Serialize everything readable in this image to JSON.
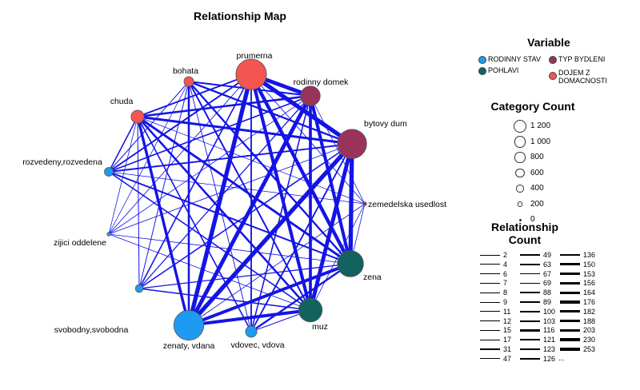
{
  "title": "Relationship Map",
  "variable_legend": {
    "title": "Variable",
    "items": [
      {
        "label": "RODINNY STAV",
        "color": "#1e9bf0"
      },
      {
        "label": "TYP BYDLENI",
        "color": "#99335a"
      },
      {
        "label": "POHLAVI",
        "color": "#126360"
      },
      {
        "label": "DOJEM Z DOMACNOSTI",
        "color": "#f25552"
      }
    ]
  },
  "category_count_legend": {
    "title": "Category Count",
    "items": [
      {
        "label": "1 200",
        "value": 1200
      },
      {
        "label": "1 000",
        "value": 1000
      },
      {
        "label": "800",
        "value": 800
      },
      {
        "label": "600",
        "value": 600
      },
      {
        "label": "400",
        "value": 400
      },
      {
        "label": "200",
        "value": 200
      },
      {
        "label": "0",
        "value": 0
      }
    ]
  },
  "relationship_count_legend": {
    "title": "Relationship Count",
    "values": [
      2,
      4,
      6,
      7,
      8,
      9,
      11,
      12,
      15,
      17,
      31,
      47,
      49,
      63,
      67,
      69,
      88,
      89,
      100,
      103,
      116,
      121,
      123,
      126,
      136,
      150,
      153,
      156,
      164,
      176,
      182,
      188,
      203,
      230,
      253
    ],
    "more": "..."
  },
  "chart_data": {
    "type": "network",
    "title": "Relationship Map",
    "edge_color": "#1414e6",
    "nodes": [
      {
        "name": "prumerna",
        "variable": "DOJEM Z DOMACNOSTI",
        "count": 1100,
        "color": "#f25552"
      },
      {
        "name": "rodinny domek",
        "variable": "TYP BYDLENI",
        "count": 450,
        "color": "#99335a"
      },
      {
        "name": "bytovy dum",
        "variable": "TYP BYDLENI",
        "count": 1000,
        "color": "#99335a"
      },
      {
        "name": "zemedelska usedlost",
        "variable": "TYP BYDLENI",
        "count": 10,
        "color": "#99335a"
      },
      {
        "name": "zena",
        "variable": "POHLAVI",
        "count": 800,
        "color": "#126360"
      },
      {
        "name": "muz",
        "variable": "POHLAVI",
        "count": 650,
        "color": "#126360"
      },
      {
        "name": "vdovec, vdova",
        "variable": "RODINNY STAV",
        "count": 150,
        "color": "#1e9bf0"
      },
      {
        "name": "zenaty, vdana",
        "variable": "RODINNY STAV",
        "count": 1050,
        "color": "#1e9bf0"
      },
      {
        "name": "svobodny,svobodna",
        "variable": "RODINNY STAV",
        "count": 70,
        "color": "#1e9bf0"
      },
      {
        "name": "zijici oddelene",
        "variable": "RODINNY STAV",
        "count": 15,
        "color": "#1e9bf0"
      },
      {
        "name": "rozvedeny,rozvedena",
        "variable": "RODINNY STAV",
        "count": 90,
        "color": "#1e9bf0"
      },
      {
        "name": "chuda",
        "variable": "DOJEM Z DOMACNOSTI",
        "count": 200,
        "color": "#f25552"
      },
      {
        "name": "bohata",
        "variable": "DOJEM Z DOMACNOSTI",
        "count": 110,
        "color": "#f25552"
      }
    ],
    "edges": [
      [
        "prumerna",
        "rodinny domek",
        230
      ],
      [
        "prumerna",
        "bytovy dum",
        253
      ],
      [
        "prumerna",
        "zemedelska usedlost",
        8
      ],
      [
        "prumerna",
        "zena",
        203
      ],
      [
        "prumerna",
        "muz",
        188
      ],
      [
        "prumerna",
        "vdovec, vdova",
        63
      ],
      [
        "prumerna",
        "zenaty, vdana",
        253
      ],
      [
        "prumerna",
        "svobodny,svobodna",
        49
      ],
      [
        "prumerna",
        "zijici oddelene",
        9
      ],
      [
        "prumerna",
        "rozvedeny,rozvedena",
        67
      ],
      [
        "rodinny domek",
        "zemedelska usedlost",
        4
      ],
      [
        "rodinny domek",
        "zena",
        182
      ],
      [
        "rodinny domek",
        "muz",
        164
      ],
      [
        "rodinny domek",
        "vdovec, vdova",
        47
      ],
      [
        "rodinny domek",
        "zenaty, vdana",
        230
      ],
      [
        "rodinny domek",
        "svobodny,svobodna",
        31
      ],
      [
        "rodinny domek",
        "zijici oddelene",
        6
      ],
      [
        "rodinny domek",
        "rozvedeny,rozvedena",
        49
      ],
      [
        "rodinny domek",
        "chuda",
        103
      ],
      [
        "rodinny domek",
        "bohata",
        69
      ],
      [
        "bytovy dum",
        "zena",
        253
      ],
      [
        "bytovy dum",
        "muz",
        230
      ],
      [
        "bytovy dum",
        "vdovec, vdova",
        63
      ],
      [
        "bytovy dum",
        "zenaty, vdana",
        253
      ],
      [
        "bytovy dum",
        "svobodny,svobodna",
        47
      ],
      [
        "bytovy dum",
        "zijici oddelene",
        11
      ],
      [
        "bytovy dum",
        "rozvedeny,rozvedena",
        67
      ],
      [
        "bytovy dum",
        "chuda",
        126
      ],
      [
        "bytovy dum",
        "bohata",
        88
      ],
      [
        "zemedelska usedlost",
        "zena",
        4
      ],
      [
        "zemedelska usedlost",
        "muz",
        6
      ],
      [
        "zemedelska usedlost",
        "zenaty, vdana",
        7
      ],
      [
        "zemedelska usedlost",
        "chuda",
        2
      ],
      [
        "zemedelska usedlost",
        "rozvedeny,rozvedena",
        2
      ],
      [
        "zena",
        "vdovec, vdova",
        89
      ],
      [
        "zena",
        "zenaty, vdana",
        176
      ],
      [
        "zena",
        "svobodny,svobodna",
        31
      ],
      [
        "zena",
        "zijici oddelene",
        8
      ],
      [
        "zena",
        "rozvedeny,rozvedena",
        69
      ],
      [
        "zena",
        "chuda",
        121
      ],
      [
        "zena",
        "bohata",
        88
      ],
      [
        "muz",
        "vdovec, vdova",
        15
      ],
      [
        "muz",
        "zenaty, vdana",
        176
      ],
      [
        "muz",
        "svobodny,svobodna",
        47
      ],
      [
        "muz",
        "zijici oddelene",
        7
      ],
      [
        "muz",
        "rozvedeny,rozvedena",
        47
      ],
      [
        "muz",
        "chuda",
        100
      ],
      [
        "muz",
        "bohata",
        69
      ],
      [
        "vdovec, vdova",
        "chuda",
        49
      ],
      [
        "vdovec, vdova",
        "bohata",
        12
      ],
      [
        "zenaty, vdana",
        "chuda",
        150
      ],
      [
        "zenaty, vdana",
        "bohata",
        100
      ],
      [
        "svobodny,svobodna",
        "chuda",
        17
      ],
      [
        "svobodny,svobodna",
        "bohata",
        15
      ],
      [
        "zijici oddelene",
        "chuda",
        4
      ],
      [
        "zijici oddelene",
        "bohata",
        2
      ],
      [
        "rozvedeny,rozvedena",
        "chuda",
        47
      ],
      [
        "rozvedeny,rozvedena",
        "bohata",
        17
      ],
      [
        "chuda",
        "prumerna",
        63
      ]
    ]
  }
}
